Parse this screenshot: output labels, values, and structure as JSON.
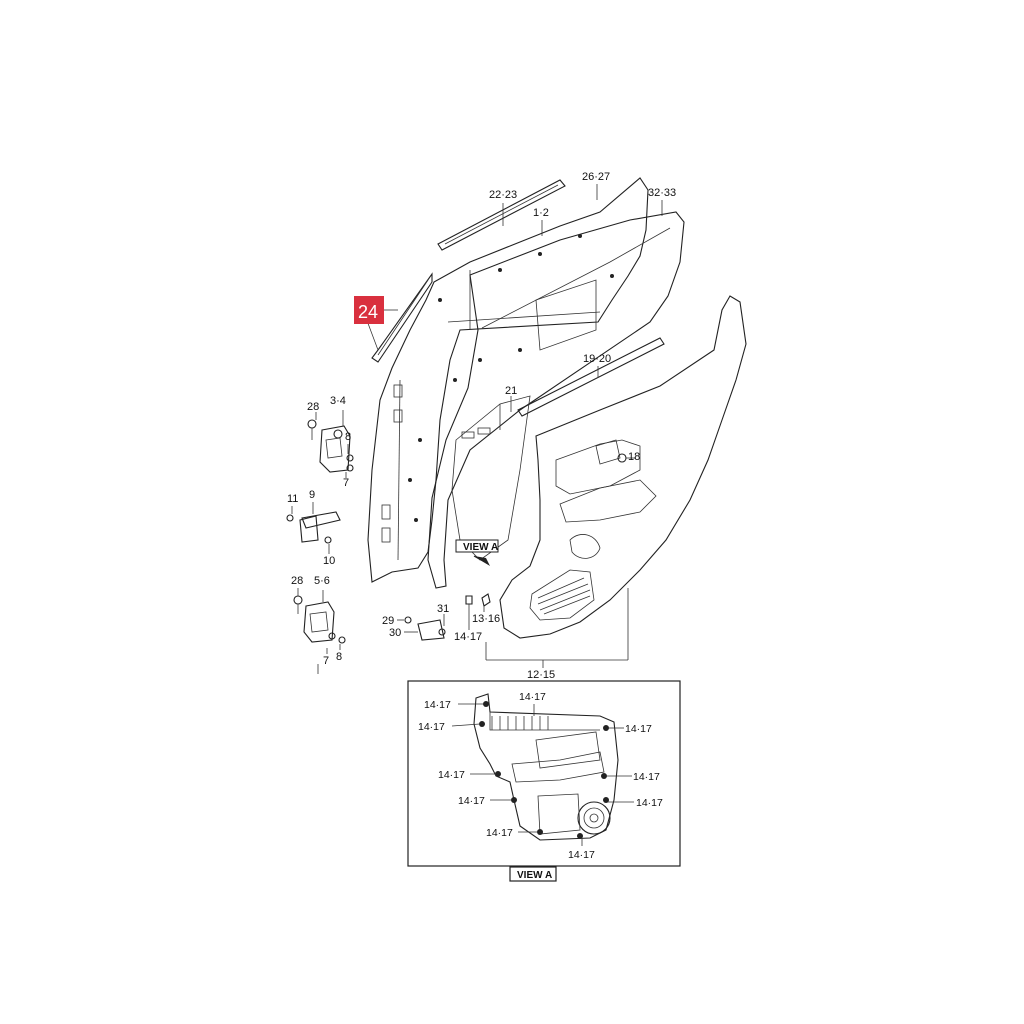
{
  "highlight": {
    "label": "24",
    "color": "#d9303e"
  },
  "callouts": {
    "l_22_23": "22·23",
    "l_1_2": "1·2",
    "l_26_27": "26·27",
    "l_32_33": "32·33",
    "l_19_20": "19·20",
    "l_21": "21",
    "l_18": "18",
    "l_28a": "28",
    "l_3_4": "3·4",
    "l_8a": "8",
    "l_7a": "7",
    "l_11": "11",
    "l_9": "9",
    "l_10": "10",
    "l_28b": "28",
    "l_5_6": "5·6",
    "l_7b": "7",
    "l_8b": "8",
    "l_29": "29",
    "l_30": "30",
    "l_31": "31",
    "l_13_16": "13·16",
    "l_14_17_main": "14·17",
    "l_12_15": "12·15",
    "view_a_main": "VIEW A"
  },
  "inset": {
    "labels": {
      "c1": "14·17",
      "c2": "14·17",
      "c3": "14·17",
      "c4": "14·17",
      "c5": "14·17",
      "c6": "14·17",
      "c7": "14·17",
      "c8": "14·17",
      "c9": "14·17",
      "c10": "14·17"
    },
    "caption": "VIEW A"
  }
}
